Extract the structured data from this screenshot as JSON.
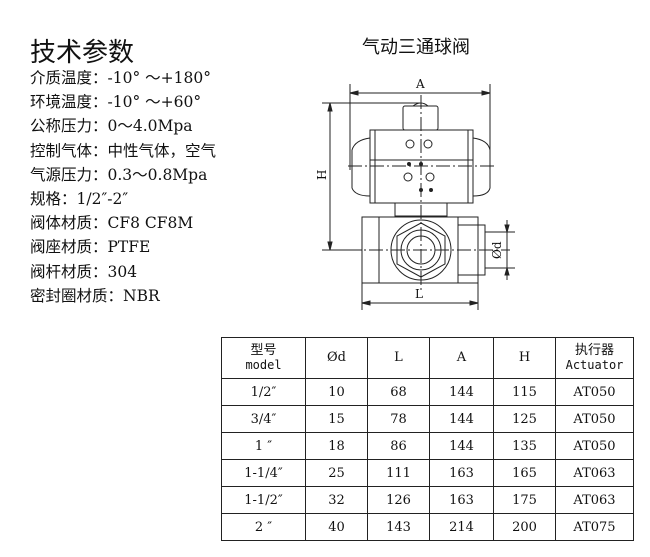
{
  "spec_title": "技术参数",
  "specs": [
    "介质温度：-10° ～+180°",
    "环境温度：-10° ～+60°",
    "公称压力：0～4.0Mpa",
    "控制气体：中性气体，空气",
    "气源压力：0.3～0.8Mpa",
    "规格：1/2″-2″",
    "阀体材质：CF8 CF8M",
    "阀座材质：PTFE",
    "阀杆材质：304",
    "密封圈材质：NBR"
  ],
  "drawing": {
    "title": "气动三通球阀",
    "dim_a": "A",
    "dim_h": "H",
    "dim_l": "L",
    "dim_d": "Ød"
  },
  "table": {
    "headers": [
      {
        "cn": "型号",
        "en": "model"
      },
      {
        "cn": "",
        "en": "Ød"
      },
      {
        "cn": "",
        "en": "L"
      },
      {
        "cn": "",
        "en": "A"
      },
      {
        "cn": "",
        "en": "H"
      },
      {
        "cn": "执行器",
        "en": "Actuator"
      }
    ],
    "rows": [
      [
        "1/2″",
        "10",
        "68",
        "144",
        "115",
        "AT050"
      ],
      [
        "3/4″",
        "15",
        "78",
        "144",
        "125",
        "AT050"
      ],
      [
        "1 ″",
        "18",
        "86",
        "144",
        "135",
        "AT050"
      ],
      [
        "1-1/4″",
        "25",
        "111",
        "163",
        "165",
        "AT063"
      ],
      [
        "1-1/2″",
        "32",
        "126",
        "163",
        "175",
        "AT063"
      ],
      [
        "2 ″",
        "40",
        "143",
        "214",
        "200",
        "AT075"
      ]
    ]
  }
}
